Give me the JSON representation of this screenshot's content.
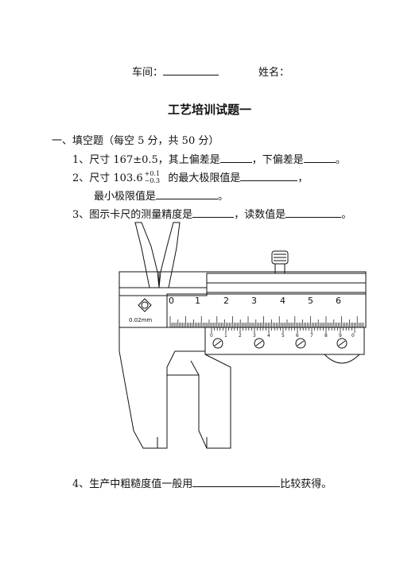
{
  "header": {
    "workshop_label": "车间：",
    "name_label": "姓名："
  },
  "title": "工艺培训试题一",
  "section": {
    "heading": "一、填空题（每空 5 分，共 50 分）"
  },
  "questions": {
    "q1_a": "1、尺寸 167±0.5，其上偏差是",
    "q1_b": "，下偏差是",
    "q1_c": "。",
    "q2_a": "2、尺寸 103.6",
    "q2_upper": "+0.1",
    "q2_lower": "−0.3",
    "q2_b": "的最大极限值是",
    "q2_c": "，",
    "q2_d": "最小极限值是",
    "q2_e": "。",
    "q3_a": "3、图示卡尺的测量精度是",
    "q3_b": "，读数值是",
    "q3_c": "。",
    "q4_a": "4、生产中粗糙度值一般用",
    "q4_b": "比较获得。"
  },
  "caliper": {
    "precision_label": "0.02mm",
    "main_scale_numbers": [
      "0",
      "1",
      "2",
      "3",
      "4",
      "5",
      "6"
    ],
    "vernier_numbers": [
      "0",
      "1",
      "2",
      "3",
      "4",
      "5",
      "6",
      "7",
      "8",
      "9",
      "0"
    ]
  }
}
